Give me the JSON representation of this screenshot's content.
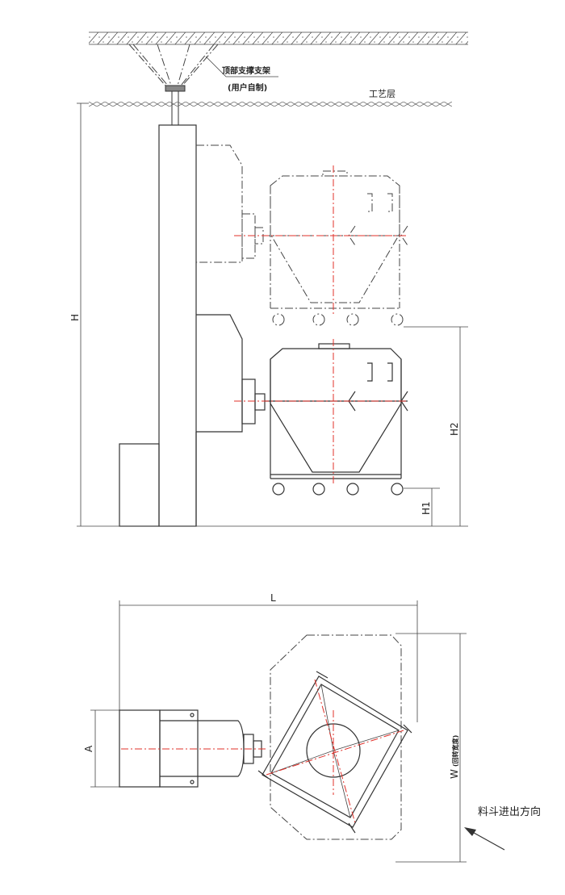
{
  "labels": {
    "support_bracket": "顶部支撑支架",
    "user_made": "(用户自制)",
    "process_floor": "工艺层",
    "dim_H": "H",
    "dim_H2": "H2",
    "dim_H1": "H1",
    "dim_L": "L",
    "dim_A": "A",
    "dim_W": "W",
    "dim_W_note": "(回转宽度)",
    "hopper_direction": "料斗进出方向"
  },
  "colors": {
    "line": "#333333",
    "centerline": "#e0302a"
  }
}
